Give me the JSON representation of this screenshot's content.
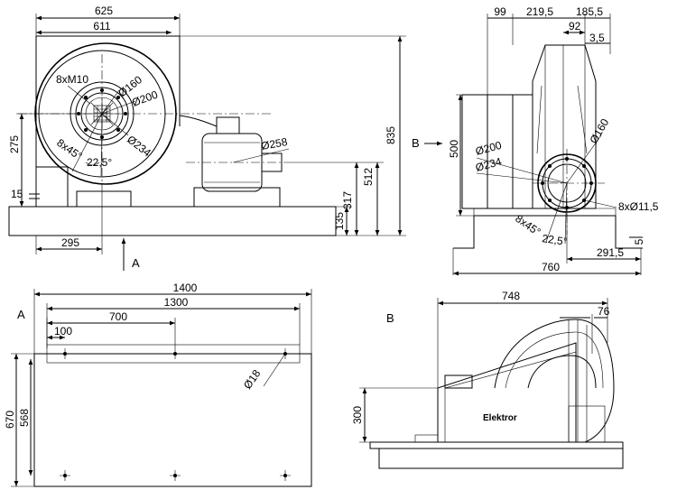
{
  "views": {
    "side": {
      "dims": {
        "d625": "625",
        "d611": "611",
        "d275": "275",
        "d835": "835",
        "d512": "512",
        "d317": "317",
        "d135": "135",
        "d15": "15",
        "d295": "295"
      },
      "annotations": {
        "bolts": "8xM10",
        "dia160": "Ø160",
        "dia200": "Ø200",
        "dia234": "Ø234",
        "angle": "8x45°",
        "angle2": "22,5°",
        "dia258": "Ø258"
      },
      "arrow_label": "A"
    },
    "front": {
      "dims": {
        "d99": "99",
        "d219": "219,5",
        "d185": "185,5",
        "d92": "92",
        "d3": "3,5",
        "d500": "500",
        "dia200": "Ø200",
        "dia234": "Ø234",
        "dia160": "Ø160",
        "holes": "8xØ11,5",
        "angle": "8x45°",
        "angle2": "22,5°",
        "d5": "5",
        "d291": "291,5",
        "d760": "760"
      },
      "arrow_label": "B"
    },
    "viewA": {
      "title": "A",
      "dims": {
        "d1400": "1400",
        "d1300": "1300",
        "d700": "700",
        "d100": "100",
        "d670": "670",
        "d568": "568",
        "dia18": "Ø18"
      }
    },
    "viewB": {
      "title": "B",
      "dims": {
        "d748": "748",
        "d76": "76",
        "d300": "300"
      },
      "brand": "Elektror"
    }
  },
  "colors": {
    "line": "#000000",
    "background": "#ffffff"
  }
}
